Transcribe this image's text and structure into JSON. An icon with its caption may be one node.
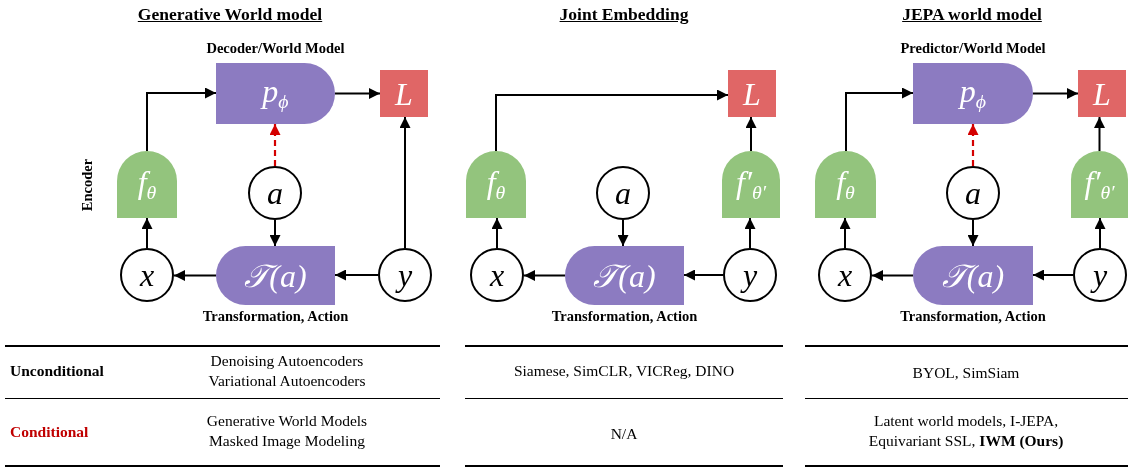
{
  "diagram": {
    "nodes": [
      {
        "text": [
          "Decoder/World Model",
          "p$_{ϕ}$"
        ]
      },
      {
        "text": [
          "L"
        ]
      },
      {
        "text": [
          "f$_{θ}$"
        ],
        "beside": [
          "Encoder"
        ]
      },
      {
        "text": [
          "a"
        ]
      },
      {
        "text": [
          "x"
        ]
      },
      {
        "text": [
          "𝒯(a)",
          "Transformation, Action"
        ]
      },
      {
        "text": [
          "y"
        ]
      },
      {
        "text": [
          "L"
        ]
      },
      {
        "text": [
          "f$_{θ}$"
        ]
      },
      {
        "text": [
          "a"
        ]
      },
      {
        "text": [
          "f′$_{θ′}$"
        ]
      },
      {
        "text": [
          "x"
        ]
      },
      {
        "text": [
          "𝒯(a)",
          "Transformation, Action"
        ]
      },
      {
        "text": [
          "y"
        ]
      },
      {
        "text": [
          "Predictor/World Model",
          "p$_{ϕ}$"
        ]
      },
      {
        "text": [
          "L"
        ]
      },
      {
        "text": [
          "f$_{θ}$"
        ]
      },
      {
        "text": [
          "a"
        ]
      },
      {
        "text": [
          "f′$_{θ′}$"
        ]
      },
      {
        "text": [
          "x"
        ]
      },
      {
        "text": [
          "𝒯(a)",
          "Transformation, Action"
        ]
      },
      {
        "text": [
          "y"
        ]
      }
    ],
    "edges": [
      {
        "from": 2,
        "to": 0,
        "arrow": "to"
      },
      {
        "from": 0,
        "to": 1,
        "arrow": "to"
      },
      {
        "from": 3,
        "to": 0,
        "arrow": "to",
        "style": "dashed",
        "color": "#d40000"
      },
      {
        "from": 3,
        "to": 5,
        "arrow": "to"
      },
      {
        "from": 5,
        "to": 4,
        "arrow": "to"
      },
      {
        "from": 6,
        "to": 5,
        "arrow": "to"
      },
      {
        "from": 4,
        "to": 2,
        "arrow": "to"
      },
      {
        "from": 6,
        "to": 1,
        "arrow": "to"
      },
      {
        "from": 8,
        "to": 7,
        "arrow": "to"
      },
      {
        "from": 10,
        "to": 7,
        "arrow": "to"
      },
      {
        "from": 9,
        "to": 12,
        "arrow": "to"
      },
      {
        "from": 12,
        "to": 11,
        "arrow": "to"
      },
      {
        "from": 13,
        "to": 12,
        "arrow": "to"
      },
      {
        "from": 11,
        "to": 8,
        "arrow": "to"
      },
      {
        "from": 13,
        "to": 10,
        "arrow": "to"
      },
      {
        "from": 16,
        "to": 14,
        "arrow": "to"
      },
      {
        "from": 14,
        "to": 15,
        "arrow": "to"
      },
      {
        "from": 18,
        "to": 15,
        "arrow": "to"
      },
      {
        "from": 17,
        "to": 14,
        "arrow": "to",
        "style": "dashed",
        "color": "#d40000"
      },
      {
        "from": 17,
        "to": 20,
        "arrow": "to"
      },
      {
        "from": 20,
        "to": 19,
        "arrow": "to"
      },
      {
        "from": 21,
        "to": 20,
        "arrow": "to"
      },
      {
        "from": 19,
        "to": 16,
        "arrow": "to"
      },
      {
        "from": 21,
        "to": 18,
        "arrow": "to"
      }
    ],
    "labels": [
      "Generative World model",
      "Joint Embedding",
      "JEPA world model",
      "Unconditional",
      "Denoising Autoencoders Variational Autoencoders",
      "Siamese, SimCLR, VICReg, DINO",
      "BYOL, SimSiam",
      "Conditional",
      "Generative World Models Masked Image Modeling",
      "N/A",
      "Latent world models, I-JEPA, Equivariant SSL, **IWM (Ours)**"
    ]
  }
}
